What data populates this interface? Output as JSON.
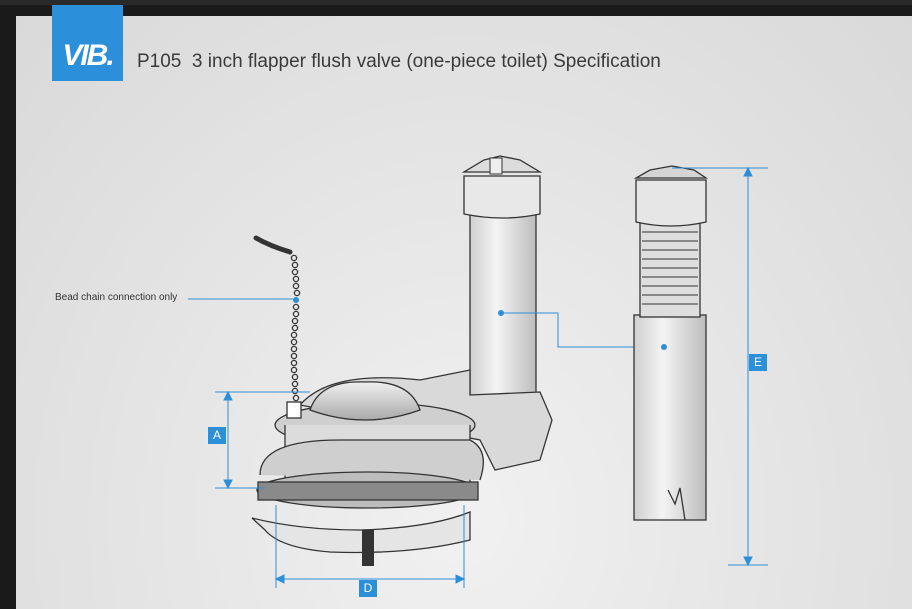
{
  "brand": {
    "logo_text": "VIB.",
    "accent": "#2c8fd9"
  },
  "header": {
    "title": "P105  3 inch flapper flush valve (one-piece toilet) Specification"
  },
  "callouts": {
    "bead_chain": "Bead chain connection only"
  },
  "dimensions": {
    "a": "A",
    "d": "D",
    "e": "E"
  }
}
